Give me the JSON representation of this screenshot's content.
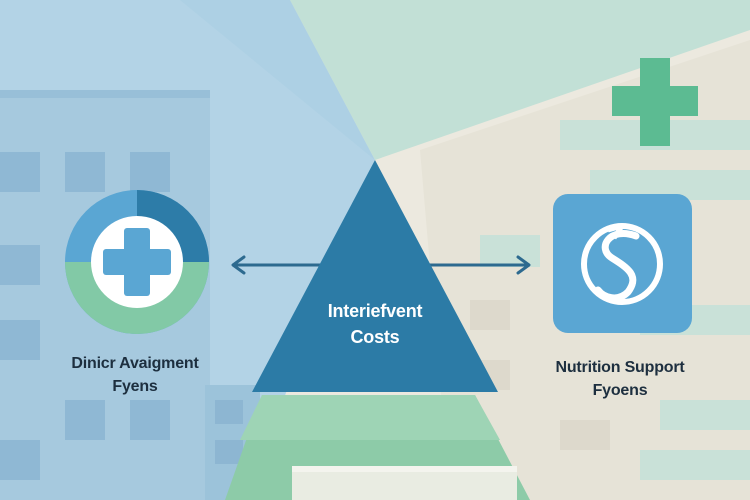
{
  "left_node": {
    "label_line1": "Dinicr Avaigment",
    "label_line2": "Fyens",
    "icon": "medical-cross-icon"
  },
  "center_node": {
    "label_line1": "Interiefvent",
    "label_line2": "Costs",
    "shape": "triangle"
  },
  "right_node": {
    "label_line1": "Nutrition Support",
    "label_line2": "Fyoens",
    "icon": "dollar-cycle-icon"
  },
  "connector": {
    "icon": "double-arrow-icon"
  },
  "colors": {
    "left_background": "#b3d3e6",
    "top_background": "#c2e0d6",
    "right_background": "#ece9df",
    "triangle": "#2c7ba6",
    "accent_green": "#7dc4a0",
    "icon_blue": "#5aa6d3",
    "dark_text": "#1d2f3f"
  }
}
